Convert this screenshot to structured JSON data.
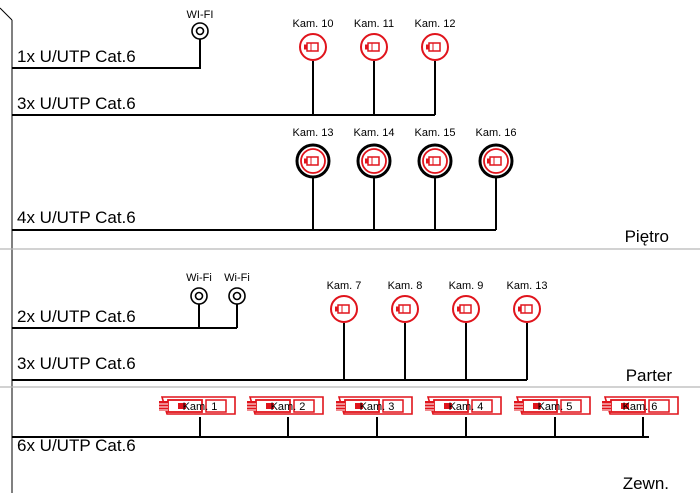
{
  "colors": {
    "camera_red": "#e0141c",
    "line": "#000000",
    "separator": "#b8b8b8"
  },
  "sections": [
    {
      "floor_label": "Piętro",
      "cables": [
        "1x U/UTP Cat.6",
        "3x U/UTP Cat.6",
        "4x U/UTP Cat.6"
      ],
      "wifi": [
        "WI-FI"
      ],
      "cameras_round": [
        "Kam. 10",
        "Kam. 11",
        "Kam. 12"
      ],
      "cameras_dome": [
        "Kam. 13",
        "Kam. 14",
        "Kam. 15",
        "Kam. 16"
      ]
    },
    {
      "floor_label": "Parter",
      "cables": [
        "2x U/UTP Cat.6",
        "3x U/UTP Cat.6"
      ],
      "wifi": [
        "Wi-Fi",
        "Wi-Fi"
      ],
      "cameras_round": [
        "Kam. 7",
        "Kam. 8",
        "Kam. 9",
        "Kam. 13"
      ]
    },
    {
      "floor_label": "Zewn.",
      "cables": [
        "6x U/UTP Cat.6"
      ],
      "cameras_bullet": [
        "Kam. 1",
        "Kam. 2",
        "Kam. 3",
        "Kam. 4",
        "Kam. 5",
        "Kam. 6"
      ]
    }
  ],
  "icons": {
    "wifi": "wifi-access-point-icon",
    "round_camera": "round-camera-icon",
    "dome_camera": "dome-camera-icon",
    "bullet_camera": "bullet-camera-icon"
  }
}
